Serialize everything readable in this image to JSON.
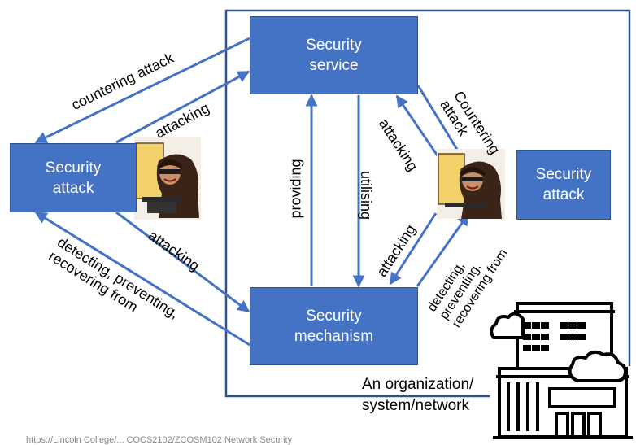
{
  "boxes": {
    "security_service": "Security\nservice",
    "security_mechanism": "Security\nmechanism",
    "security_attack_left": "Security\nattack",
    "security_attack_right": "Security\nattack"
  },
  "labels": {
    "countering_attack_top": "countering attack",
    "attacking_top_left": "attacking",
    "attacking_bottom_left": "attacking",
    "detecting_left": "detecting, preventing,\nrecovering from",
    "providing": "providing",
    "utilising": "utilising",
    "attacking_right_upper": "attacking",
    "countering_attack_right": "Countering\nattack",
    "attacking_right_lower": "attacking",
    "detecting_right": "detecting,\npreventing,\nrecovering from"
  },
  "organization_label": "An organization/\nsystem/network",
  "footer_text": "https://Lincoln College/... COCS2102/ZCOSM102 Network Security",
  "icons": [
    "attacker-icon",
    "attacker-icon",
    "building-cloud-icon"
  ],
  "colors": {
    "box_fill": "#4472c4",
    "arrow": "#4472c4",
    "border": "#2f528f",
    "icon": "#000000"
  }
}
